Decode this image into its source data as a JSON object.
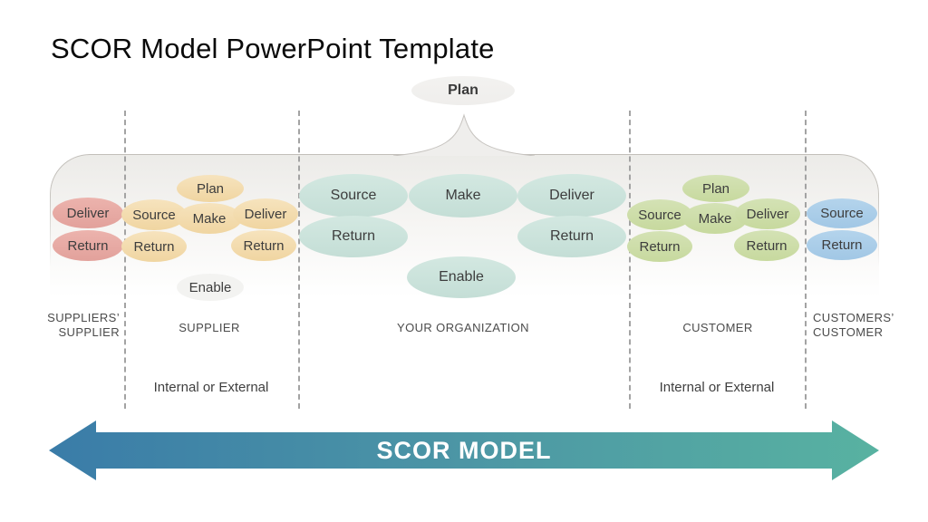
{
  "title": "SCOR Model PowerPoint Template",
  "plan_bubble": "Plan",
  "sections": {
    "suppliers_supplier": {
      "label_line1": "SUPPLIERS’",
      "label_line2": "SUPPLIER",
      "color": "#E5A49F",
      "ellipses": {
        "deliver": "Deliver",
        "return": "Return"
      }
    },
    "supplier": {
      "label": "SUPPLIER",
      "sublabel": "Internal or External",
      "color": "#F2D8A6",
      "ellipses": {
        "plan": "Plan",
        "source": "Source",
        "make": "Make",
        "deliver": "Deliver",
        "return1": "Return",
        "return2": "Return",
        "enable": "Enable"
      }
    },
    "your_organization": {
      "label": "YOUR ORGANIZATION",
      "color": "#C8E2DB",
      "ellipses": {
        "source": "Source",
        "make": "Make",
        "deliver": "Deliver",
        "return1": "Return",
        "return2": "Return",
        "enable": "Enable"
      }
    },
    "customer": {
      "label": "CUSTOMER",
      "sublabel": "Internal or External",
      "color": "#CBDCA4",
      "ellipses": {
        "plan": "Plan",
        "source": "Source",
        "make": "Make",
        "deliver": "Deliver",
        "return1": "Return",
        "return2": "Return"
      }
    },
    "customers_customer": {
      "label_line1": "CUSTOMERS’",
      "label_line2": "CUSTOMER",
      "color": "#A6CAE6",
      "ellipses": {
        "source": "Source",
        "return": "Return"
      }
    }
  },
  "arrow": {
    "label": "SCOR MODEL",
    "gradient_left": "#3A7CA8",
    "gradient_right": "#58B2A1"
  }
}
